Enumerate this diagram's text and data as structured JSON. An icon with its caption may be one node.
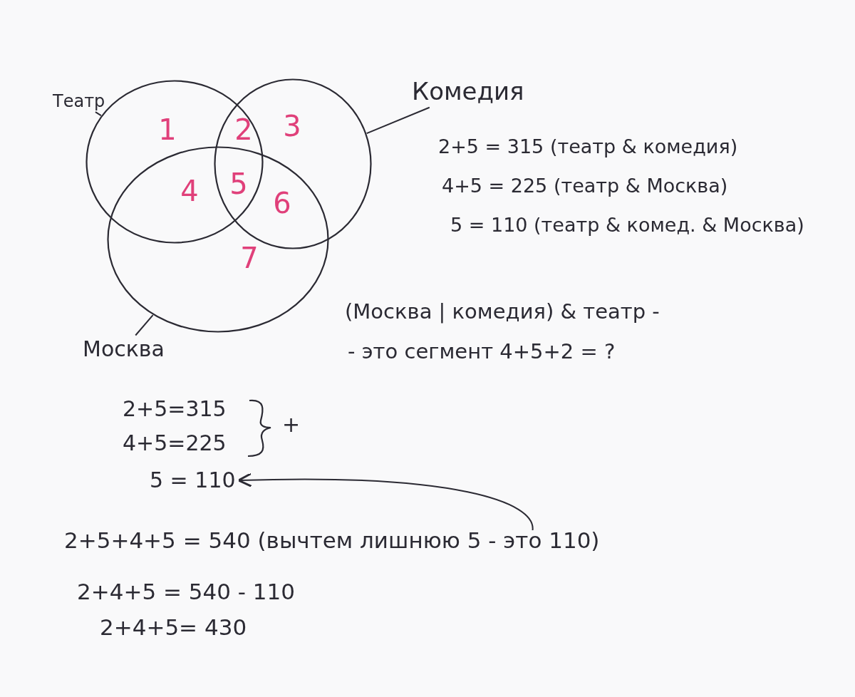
{
  "diagram": {
    "nodes": [
      {
        "text": [
          "Театр"
        ]
      },
      {
        "text": [],
        "shape": "circle"
      },
      {
        "text": [
          "Комедия"
        ]
      },
      {
        "text": [],
        "shape": "circle"
      },
      {
        "text": [
          "Москва"
        ]
      },
      {
        "text": [],
        "shape": "circle"
      },
      {
        "text": [
          "5 = 110"
        ]
      },
      {
        "text": [
          "2+5+4+5 = 540 (вычтем лишнюю 5 - это 110)"
        ]
      }
    ],
    "edges": [
      {
        "from": 0,
        "to": 1,
        "arrow": "none"
      },
      {
        "from": 2,
        "to": 3,
        "arrow": "none"
      },
      {
        "from": 4,
        "to": 5,
        "arrow": "none"
      },
      {
        "from": 7,
        "to": 6,
        "arrow": "to"
      }
    ],
    "labels": [
      "1",
      "2",
      "3",
      "4",
      "5",
      "6",
      "7",
      "2+5 = 315 (театр & комедия)",
      "4+5 = 225 (театр & Москва)",
      "5 = 110 (театр & комед. & Москва)",
      "(Москва | комедия) & театр -",
      "- это сегмент 4+5+2 = ?",
      "2+5=315",
      "4+5=225",
      "+",
      "2+4+5 = 540 - 110",
      "2+4+5= 430"
    ]
  }
}
